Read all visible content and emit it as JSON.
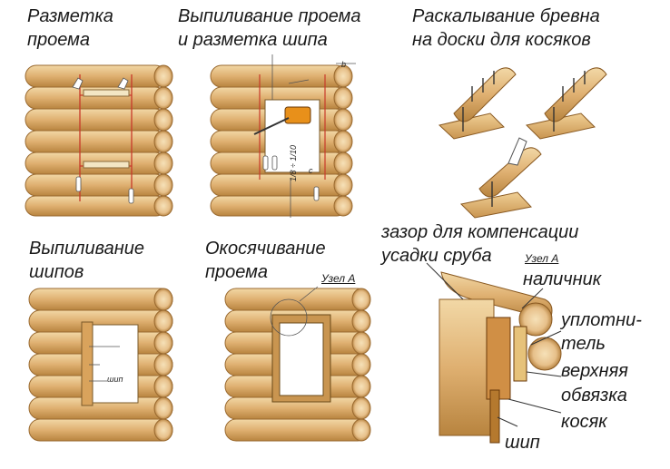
{
  "captions": {
    "marking_line1": "Разметка",
    "marking_line2": "проема",
    "sawing_line1": "Выпиливание проема",
    "sawing_line2": "и разметка шипа",
    "splitting_line1": "Раскалывание бревна",
    "splitting_line2": "на доски для  косяков",
    "tenons_line1": "Выпиливание",
    "tenons_line2": "шипов",
    "framing_line1": "Окосячивание",
    "framing_line2": "проема",
    "gap_line1": "зазор для компенсации",
    "gap_line2": "усадки сруба"
  },
  "callouts": {
    "node_a": "Узел А",
    "node_a_detail": "Узел А",
    "trim": "наличник",
    "sealant_line1": "уплотни-",
    "sealant_line2": "тель",
    "top_binding_line1": "верхняя",
    "top_binding_line2": "обвязка",
    "jamb": "косяк",
    "tenon": "шип"
  },
  "dimension_labels": {
    "b": "b",
    "c": "c",
    "height_span": "1/8 ÷ 1/10",
    "tenon_small": "шип"
  },
  "colors": {
    "log_fill": "#e2b878",
    "log_edge": "#9a6a30",
    "log_end": "#f0d3a0",
    "marking_line": "#c83a2a",
    "text": "#1a1a1a"
  }
}
